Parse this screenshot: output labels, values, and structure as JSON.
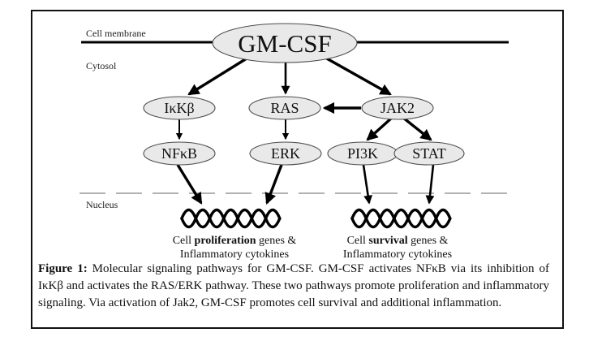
{
  "figure": {
    "compartments": {
      "membrane": "Cell membrane",
      "cytosol": "Cytosol",
      "nucleus": "Nucleus"
    },
    "nodes": {
      "gmcsf": "GM-CSF",
      "ikkb": "IκKβ",
      "ras": "RAS",
      "jak2": "JAK2",
      "nfkb": "NFκB",
      "erk": "ERK",
      "pi3k": "PI3K",
      "stat": "STAT"
    },
    "gene_labels": {
      "proliferation": {
        "prefix": "Cell ",
        "bold": "proliferation",
        "suffix": " genes &",
        "line2": "Inflammatory cytokines"
      },
      "survival": {
        "prefix": "Cell ",
        "bold": "survival",
        "suffix": " genes &",
        "line2": "Inflammatory cytokines"
      }
    },
    "icons": {
      "dna": "dna-helix-icon"
    },
    "colors": {
      "node_fill": "#e9e9e9",
      "node_stroke": "#4d4d4d",
      "line": "#000000",
      "nucleus_dash": "#999999",
      "frame": "#111111"
    }
  },
  "caption": {
    "label": "Figure 1:",
    "text": " Molecular signaling pathways for GM-CSF. GM-CSF activates NFκB via its inhibition of IκKβ and activates the RAS/ERK pathway. These two pathways promote proliferation and inflammatory signaling. Via activation of Jak2, GM-CSF promotes cell survival and additional inflammation."
  }
}
